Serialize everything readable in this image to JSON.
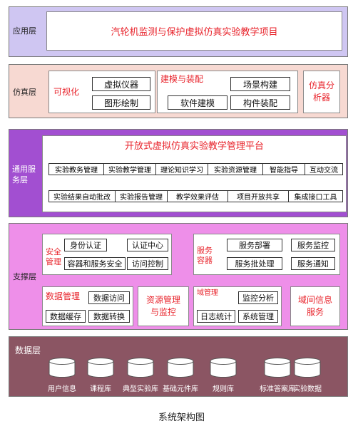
{
  "colors": {
    "app_layer": "#cfc6f2",
    "sim_layer": "#f7d9d2",
    "common_layer": "#a24fd1",
    "support_layer": "#ee8fe9",
    "data_layer": "#8b5563",
    "accent_red": "#e8232b"
  },
  "app_layer": {
    "label": "应用层",
    "title": "汽轮机监测与保护虚拟仿真实验教学项目"
  },
  "sim_layer": {
    "label": "仿真层",
    "visual": {
      "label": "可视化",
      "items": [
        "虚拟仪器",
        "图形绘制"
      ]
    },
    "modeling": {
      "label": "建模与装配",
      "items": [
        "场景构建",
        "软件建模",
        "构件装配"
      ]
    },
    "analyzer": "仿真分析器"
  },
  "common_layer": {
    "label": "通用服务层",
    "title": "开放式虚拟仿真实验教学管理平台",
    "row1": [
      "实验教务管理",
      "实验教学管理",
      "理论知识学习",
      "实验资源管理",
      "智能指导",
      "互动交流"
    ],
    "row2": [
      "实验结果自动批改",
      "实验报告管理",
      "教学效果评估",
      "项目开放共享",
      "集成接口工具"
    ]
  },
  "support_layer": {
    "label": "支撑层",
    "security": {
      "label": "安全管理",
      "items": [
        "身份认证",
        "认证中心",
        "容器和服务安全",
        "访问控制"
      ]
    },
    "container": {
      "label": "服务容器",
      "items": [
        "服务部署",
        "服务监控",
        "服务批处理",
        "服务通知"
      ]
    },
    "data_mgmt": {
      "label": "数据管理",
      "items": [
        "数据访问",
        "数据缓存",
        "数据转换"
      ]
    },
    "resource": "资源管理与监控",
    "domain_mgmt": {
      "label": "域管理",
      "items": [
        "监控分析",
        "日志统计",
        "系统管理"
      ]
    },
    "inter_domain": "域间信息服务"
  },
  "data_layer": {
    "label": "数据层",
    "databases": [
      "用户信息",
      "课程库",
      "典型实验库",
      "基础元件库",
      "规则库",
      "标准答案库",
      "实验数据"
    ]
  },
  "caption": "系统架构图"
}
